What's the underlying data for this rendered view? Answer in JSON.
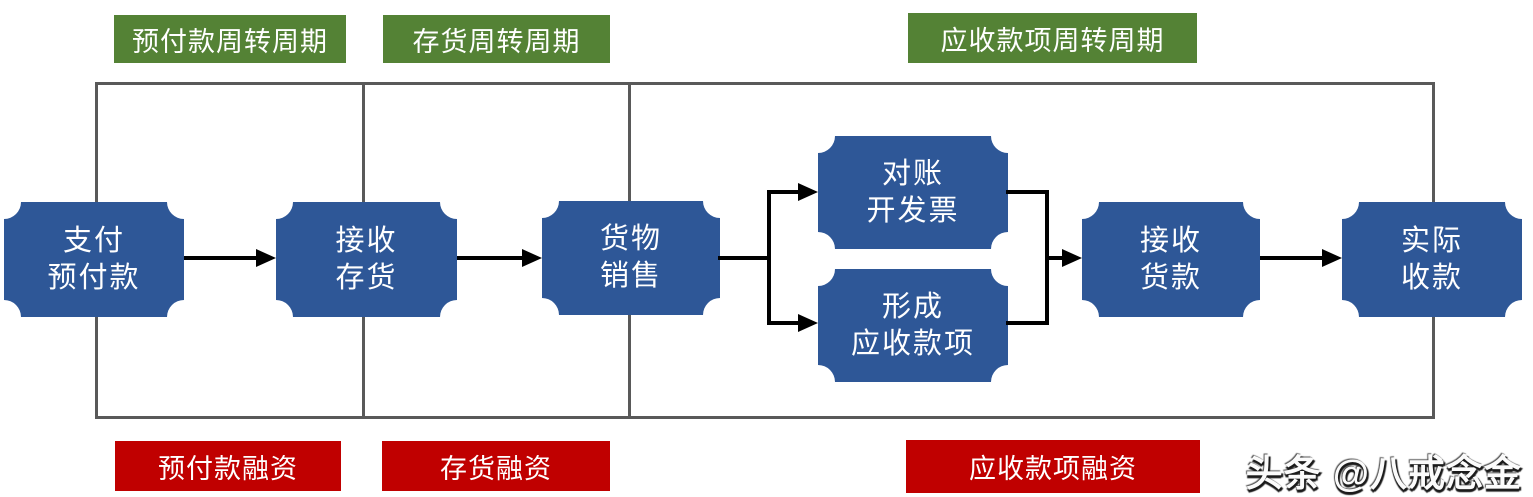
{
  "colors": {
    "box_blue": "#2E5797",
    "label_green": "#548235",
    "label_red": "#C00000",
    "frame_gray": "#595959",
    "arrow_black": "#000000"
  },
  "top_labels": [
    {
      "label": "预付款周转周期"
    },
    {
      "label": "存货周转周期"
    },
    {
      "label": "应收款项周转周期"
    }
  ],
  "bottom_labels": [
    {
      "label": "预付款融资"
    },
    {
      "label": "存货融资"
    },
    {
      "label": "应收款项融资"
    }
  ],
  "nodes": [
    {
      "line1": "支付",
      "line2": "预付款"
    },
    {
      "line1": "接收",
      "line2": "存货"
    },
    {
      "line1": "货物",
      "line2": "销售"
    },
    {
      "line1": "对账",
      "line2": "开发票"
    },
    {
      "line1": "形成",
      "line2": "应收款项"
    },
    {
      "line1": "接收",
      "line2": "货款"
    },
    {
      "line1": "实际",
      "line2": "收款"
    }
  ],
  "watermark": "头条 @八戒念金"
}
